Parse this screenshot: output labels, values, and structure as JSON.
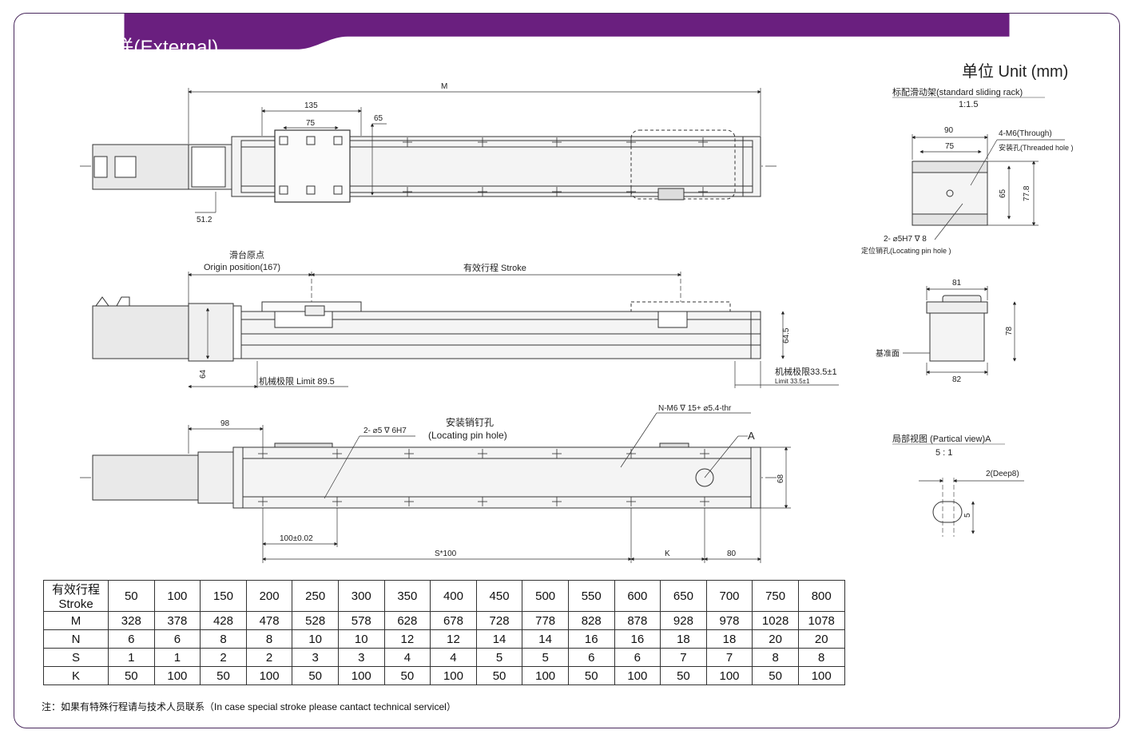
{
  "header": {
    "title": "BC:电机直联(External)",
    "accent": "#6a1f7f"
  },
  "unit_label": "单位 Unit (mm)",
  "top_view": {
    "dim_M": "M",
    "dim_135": "135",
    "dim_75": "75",
    "dim_65": "65",
    "dim_51_2": "51.2"
  },
  "side_view": {
    "origin_cn": "滑台原点",
    "origin_en": "Origin position(167)",
    "stroke": "有效行程 Stroke",
    "dim_64": "64",
    "dim_64_5": "64.5",
    "limit_left": "机械极限 Limit  89.5",
    "limit_right_cn": "机械极限33.5±1",
    "limit_right_en": "Limit  33.5±1"
  },
  "bottom_view": {
    "dim_98": "98",
    "pin_hole_spec": "2- ⌀5 ∇ 6H7",
    "pin_cn": "安装销钉孔",
    "pin_en": "(Locating pin hole)",
    "thread_spec": "N-M6 ∇ 15+ ⌀5.4-thr",
    "view_a": "A",
    "dim_68": "68",
    "dim_100": "100±0.02",
    "dim_s100": "S*100",
    "dim_K": "K",
    "dim_80": "80"
  },
  "rack_view": {
    "title_cn": "标配滑动架(standard sliding rack)",
    "scale": "1:1.5",
    "dim_90": "90",
    "dim_75": "75",
    "m6": "4-M6(Through)",
    "threaded": "安装孔(Threaded hole )",
    "dim_65": "65",
    "dim_77_8": "77.8",
    "pin_spec": "2- ⌀5H7 ∇ 8",
    "pin_label": "定位销孔(Locating pin hole )"
  },
  "end_view": {
    "dim_81": "81",
    "dim_78": "78",
    "dim_82": "82",
    "datum": "基准面"
  },
  "partial_view": {
    "title": "局部视图 (Partical view)A",
    "scale": "5 : 1",
    "deep": "2(Deep8)",
    "dim_5": "5"
  },
  "table": {
    "header_cn": "有效行程",
    "header_en": "Stroke",
    "strokes": [
      "50",
      "100",
      "150",
      "200",
      "250",
      "300",
      "350",
      "400",
      "450",
      "500",
      "550",
      "600",
      "650",
      "700",
      "750",
      "800"
    ],
    "rows": [
      {
        "name": "M",
        "values": [
          "328",
          "378",
          "428",
          "478",
          "528",
          "578",
          "628",
          "678",
          "728",
          "778",
          "828",
          "878",
          "928",
          "978",
          "1028",
          "1078"
        ]
      },
      {
        "name": "N",
        "values": [
          "6",
          "6",
          "8",
          "8",
          "10",
          "10",
          "12",
          "12",
          "14",
          "14",
          "16",
          "16",
          "18",
          "18",
          "20",
          "20"
        ]
      },
      {
        "name": "S",
        "values": [
          "1",
          "1",
          "2",
          "2",
          "3",
          "3",
          "4",
          "4",
          "5",
          "5",
          "6",
          "6",
          "7",
          "7",
          "8",
          "8"
        ]
      },
      {
        "name": "K",
        "values": [
          "50",
          "100",
          "50",
          "100",
          "50",
          "100",
          "50",
          "100",
          "50",
          "100",
          "50",
          "100",
          "50",
          "100",
          "50",
          "100"
        ]
      }
    ]
  },
  "footnote": "注：如果有特殊行程请与技术人员联系（In case special stroke please cantact technical servicel）"
}
